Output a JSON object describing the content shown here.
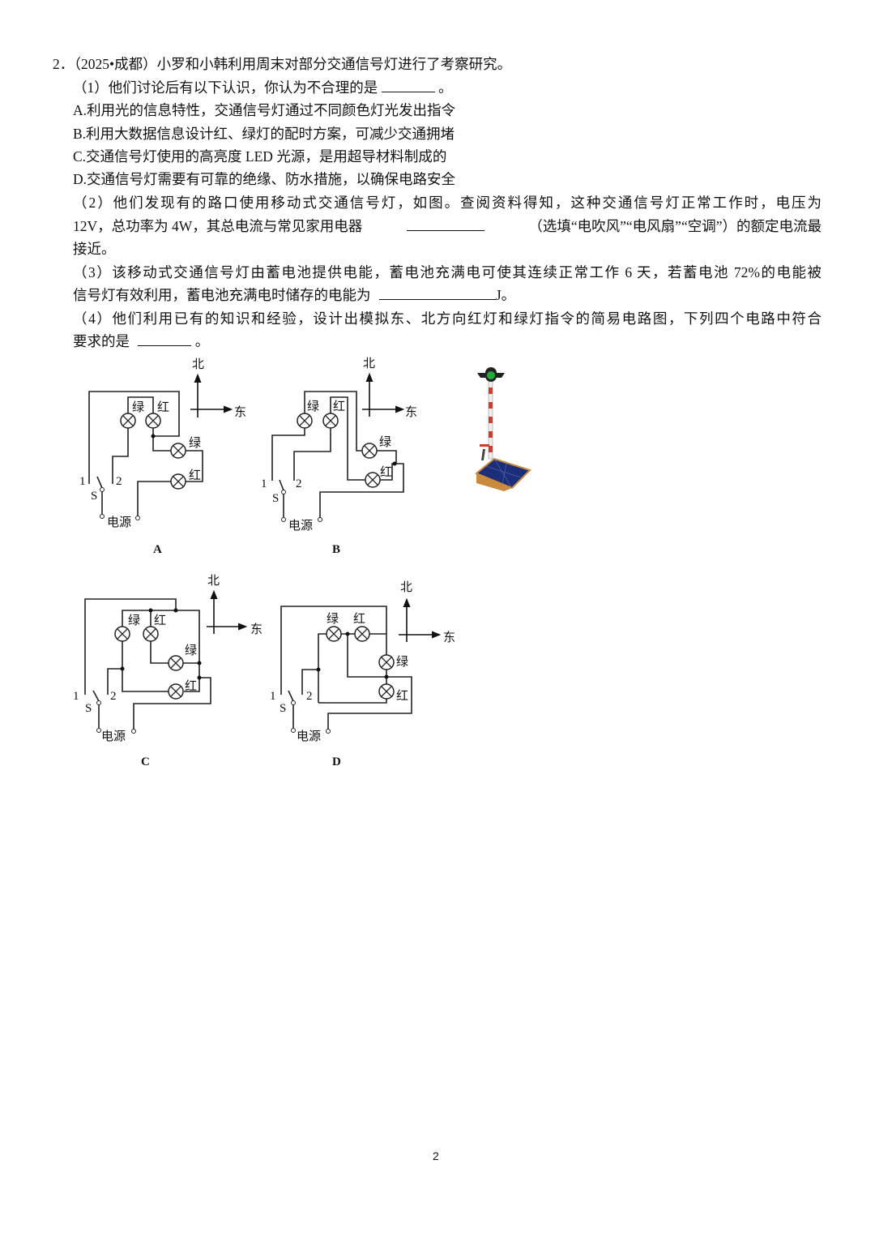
{
  "question": {
    "number": "2．",
    "source": "（2025•成都）",
    "stem": "小罗和小韩利用周末对部分交通信号灯进行了考察研究。"
  },
  "part1": {
    "prompt": "（1）他们讨论后有以下认识，你认为不合理的是",
    "suffix": "。",
    "options": [
      "A.利用光的信息特性，交通信号灯通过不同颜色灯光发出指令",
      "B.利用大数据信息设计红、绿灯的配时方案，可减少交通拥堵",
      "C.交通信号灯使用的高亮度 LED 光源，是用超导材料制成的",
      "D.交通信号灯需要有可靠的绝缘、防水措施，以确保电路安全"
    ]
  },
  "part2": {
    "line1": "（2）他们发现有的路口使用移动式交通信号灯，如图。查阅资料得知，这种交通信号灯正常工作时，电压为",
    "line2_before": "12V，总功率为 4W，其总电流与常见家用电器",
    "line2_after": "（选填“电吹风”“电风扇”“空调”）的额定电流最",
    "line3": "接近。"
  },
  "part3": {
    "line1": "（3）该移动式交通信号灯由蓄电池提供电能，蓄电池充满电可使其连续正常工作 6 天，若蓄电池 72%的电能被",
    "line2_before": "信号灯有效利用，蓄电池充满电时储存的电能为",
    "line2_after": "J。"
  },
  "part4": {
    "line1": "（4）他们利用已有的知识和经验，设计出模拟东、北方向红灯和绿灯指令的简易电路图，下列四个电路中符合",
    "line2_before": "要求的是",
    "line2_after": "。"
  },
  "circuit_labels": {
    "north": "北",
    "east": "东",
    "green": "绿",
    "red": "红",
    "power": "电源",
    "switch": "S",
    "terminal1": "1",
    "terminal2": "2"
  },
  "captions": [
    "A",
    "B",
    "C",
    "D"
  ],
  "traffic_light_colors": {
    "light": "#1fae3a",
    "pole_stripe": "#d23a2a",
    "box": "#c98a3c",
    "panel": "#1c2e78"
  },
  "page_number": "2"
}
